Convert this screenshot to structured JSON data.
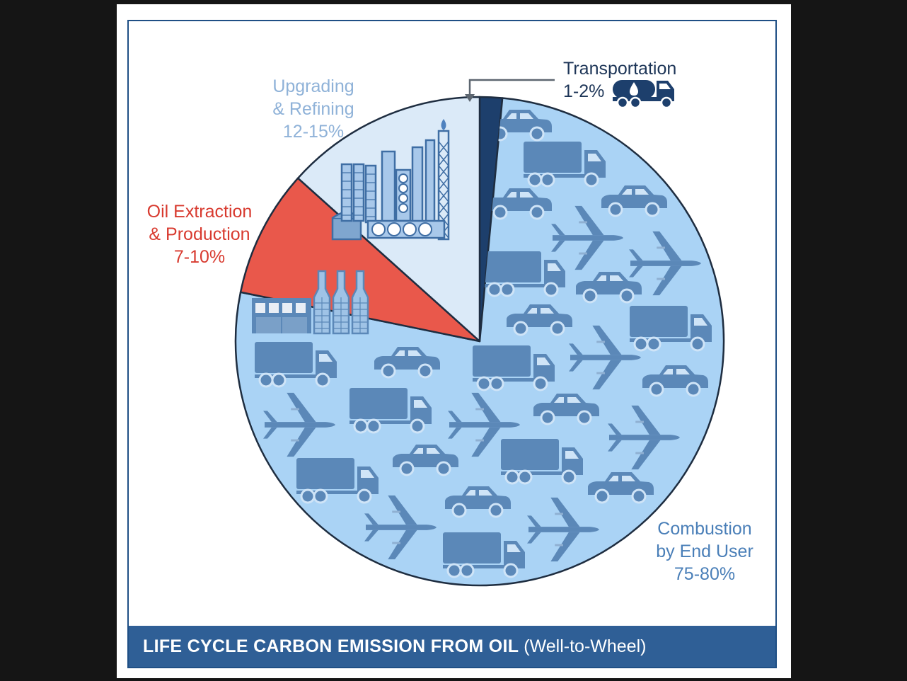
{
  "chart_data": {
    "type": "pie",
    "title": "LIFE CYCLE CARBON EMISSION FROM OIL",
    "subtitle": "(Well-to-Wheel)",
    "slices": [
      {
        "label_lines": [
          "Transportation",
          "1-2%"
        ],
        "range_percent": [
          1,
          2
        ],
        "value": 1.5,
        "color": "#1d3f6c",
        "icon": "tanker-truck-icon"
      },
      {
        "label_lines": [
          "Combustion",
          "by End User",
          "75-80%"
        ],
        "range_percent": [
          75,
          80
        ],
        "value": 77.5,
        "color": "#aad3f5",
        "icon": "vehicles-icon"
      },
      {
        "label_lines": [
          "Oil Extraction",
          "& Production",
          "7-10%"
        ],
        "range_percent": [
          7,
          10
        ],
        "value": 8.5,
        "color": "#e9584b",
        "icon": "extraction-plant-icon"
      },
      {
        "label_lines": [
          "Upgrading",
          "& Refining",
          "12-15%"
        ],
        "range_percent": [
          12,
          15
        ],
        "value": 13.5,
        "color": "#dbeaf8",
        "icon": "refinery-icon"
      }
    ],
    "label_colors": {
      "Transportation": "#1d3557",
      "Combustion": "#4a7fb8",
      "Oil Extraction": "#d83a2f",
      "Upgrading": "#8fb2d8"
    },
    "icon_color": "#5b88b8",
    "outline_color": "#1e2d40"
  }
}
